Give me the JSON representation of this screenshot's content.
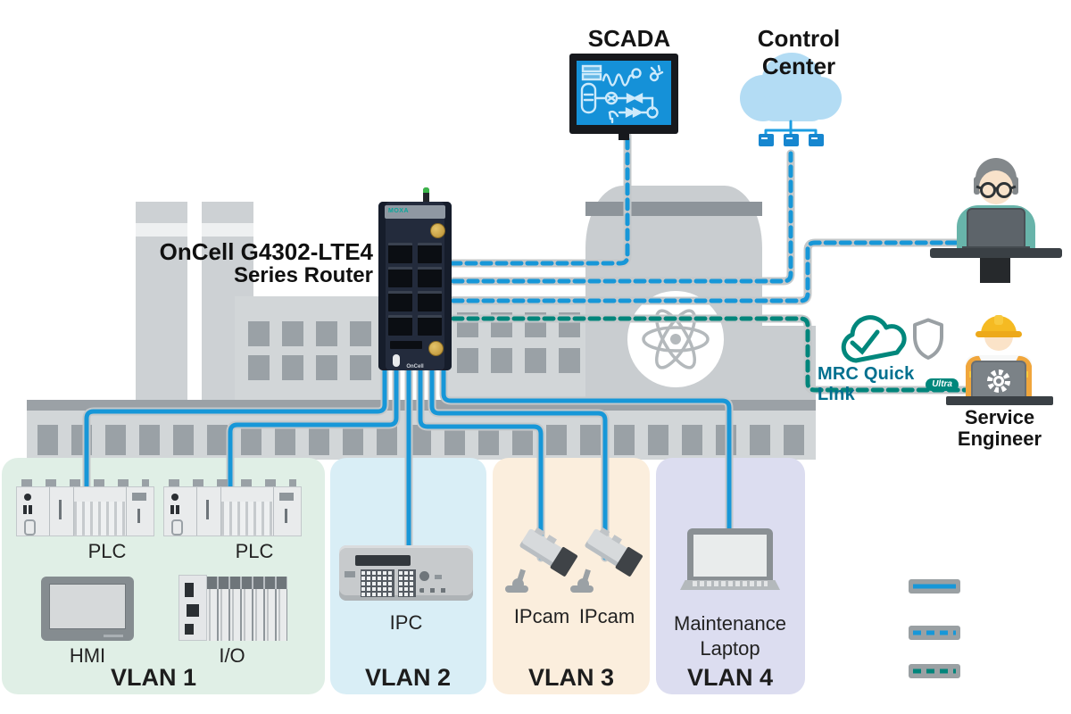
{
  "header": {
    "scada_label": "SCADA",
    "control_center_label": "Control Center"
  },
  "router": {
    "name_line1": "OnCell G4302-LTE4",
    "name_line2": "Series Router",
    "brand": "MOXA",
    "model": "OnCell"
  },
  "remote_access": {
    "product": "MRC Quick Link",
    "badge": "Ultra",
    "engineer_line1": "Service",
    "engineer_line2": "Engineer"
  },
  "vlans": [
    {
      "name": "VLAN 1",
      "color": "#e0efe6",
      "devices": {
        "plc1": "PLC",
        "plc2": "PLC",
        "hmi": "HMI",
        "io": "I/O"
      }
    },
    {
      "name": "VLAN 2",
      "color": "#d9eef6",
      "devices": {
        "ipc": "IPC"
      }
    },
    {
      "name": "VLAN 3",
      "color": "#fbeedd",
      "devices": {
        "ipcam1": "IPcam",
        "ipcam2": "IPcam"
      }
    },
    {
      "name": "VLAN 4",
      "color": "#dcddf0",
      "devices": {
        "laptop": "Maintenance Laptop"
      }
    }
  ],
  "legend": {
    "items": [
      {
        "name": "wired-lan-line",
        "style": "solid",
        "color": "#1797d8"
      },
      {
        "name": "cellular-wan-line",
        "style": "dashed",
        "color": "#1797d8"
      },
      {
        "name": "mrc-quick-link-tunnel",
        "style": "dashed",
        "color": "#00857b"
      }
    ]
  },
  "colors": {
    "line_blue": "#1797d8",
    "line_teal": "#00857b",
    "line_halo": "#c4c8ca",
    "cloud_fill": "#b3dcf4",
    "scada_screen": "#1591d8"
  }
}
